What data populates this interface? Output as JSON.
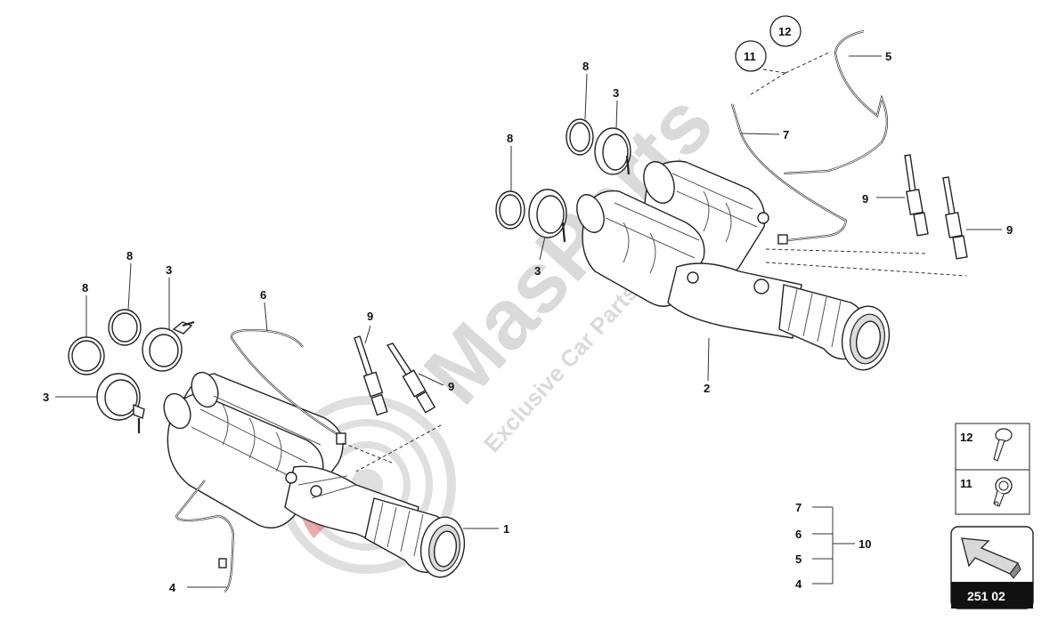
{
  "watermark": {
    "brand": "MasParts",
    "tagline": "Exclusive Car Parts Specialist"
  },
  "callouts": {
    "c1": "1",
    "c2": "2",
    "c3a": "3",
    "c3b": "3",
    "c3c": "3",
    "c3d": "3",
    "c4a": "4",
    "c4b": "4",
    "c5a": "5",
    "c5b": "5",
    "c6a": "6",
    "c6b": "6",
    "c7a": "7",
    "c7b": "7",
    "c8a": "8",
    "c8b": "8",
    "c8c": "8",
    "c8d": "8",
    "c9a": "9",
    "c9b": "9",
    "c9c": "9",
    "c9d": "9",
    "c10": "10",
    "c11a": "11",
    "c11b": "11",
    "c12a": "12",
    "c12b": "12"
  },
  "page_number": "251 02"
}
